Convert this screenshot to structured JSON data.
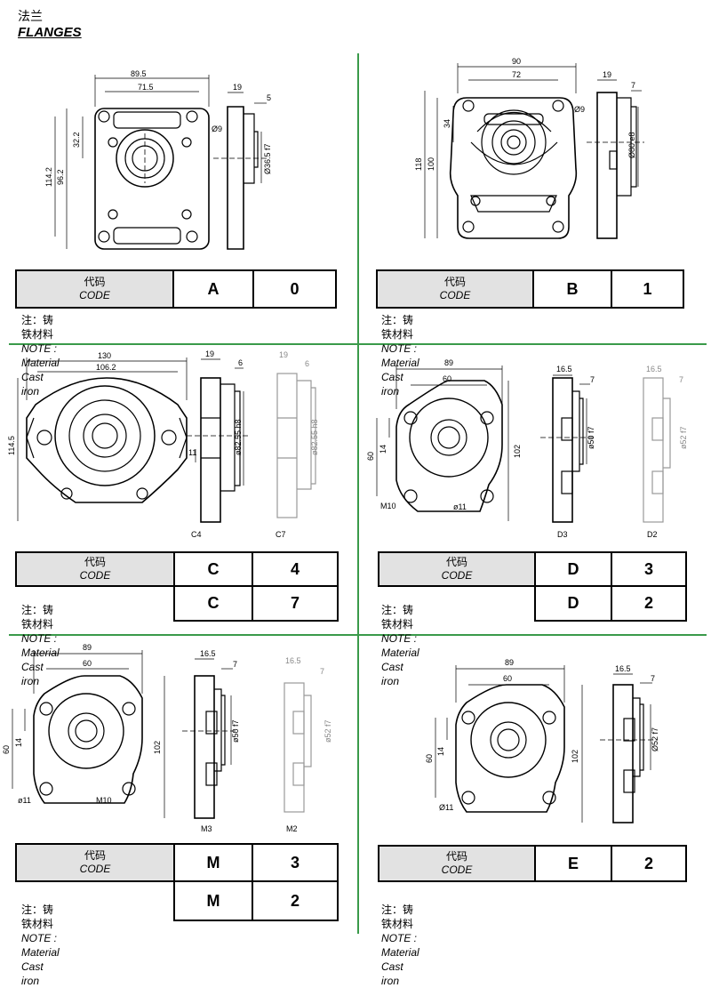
{
  "header": {
    "title_cn": "法兰",
    "title_en": "FLANGES"
  },
  "code_label": {
    "cn": "代码",
    "en": "CODE"
  },
  "note": {
    "cn": "注：铸铁材料",
    "en": "NOTE :  Material Cast iron"
  },
  "panels": [
    {
      "dims": [
        "89.5",
        "71.5",
        "19",
        "5",
        "Ø9",
        "32.2",
        "96.2",
        "114.2",
        "Ø36.5 f7"
      ],
      "rows": [
        [
          "A",
          "0"
        ]
      ]
    },
    {
      "dims": [
        "90",
        "72",
        "19",
        "7",
        "Ø9",
        "34",
        "100",
        "118",
        "Ø80 e8"
      ],
      "rows": [
        [
          "B",
          "1"
        ]
      ]
    },
    {
      "dims": [
        "130",
        "106.2",
        "19",
        "6",
        "114.5",
        "11",
        "ø82.55 h8",
        "C4",
        "C7",
        "19",
        "6",
        "ø82.55 h8"
      ],
      "rows": [
        [
          "C",
          "4"
        ],
        [
          "C",
          "7"
        ]
      ]
    },
    {
      "dims": [
        "89",
        "60",
        "16.5",
        "7",
        "60",
        "14",
        "102",
        "M10",
        "ø11",
        "ø50 f7",
        "D3",
        "D2",
        "16.5",
        "7",
        "ø52 f7"
      ],
      "rows": [
        [
          "D",
          "3"
        ],
        [
          "D",
          "2"
        ]
      ]
    },
    {
      "dims": [
        "89",
        "60",
        "16.5",
        "7",
        "60",
        "14",
        "102",
        "ø11",
        "M10",
        "ø50 f7",
        "M3",
        "M2",
        "16.5",
        "7",
        "ø52 f7"
      ],
      "rows": [
        [
          "M",
          "3"
        ],
        [
          "M",
          "2"
        ]
      ]
    },
    {
      "dims": [
        "89",
        "60",
        "16.5",
        "7",
        "60",
        "14",
        "102",
        "Ø11",
        "Ø52 f7"
      ],
      "rows": [
        [
          "E",
          "2"
        ]
      ]
    }
  ]
}
